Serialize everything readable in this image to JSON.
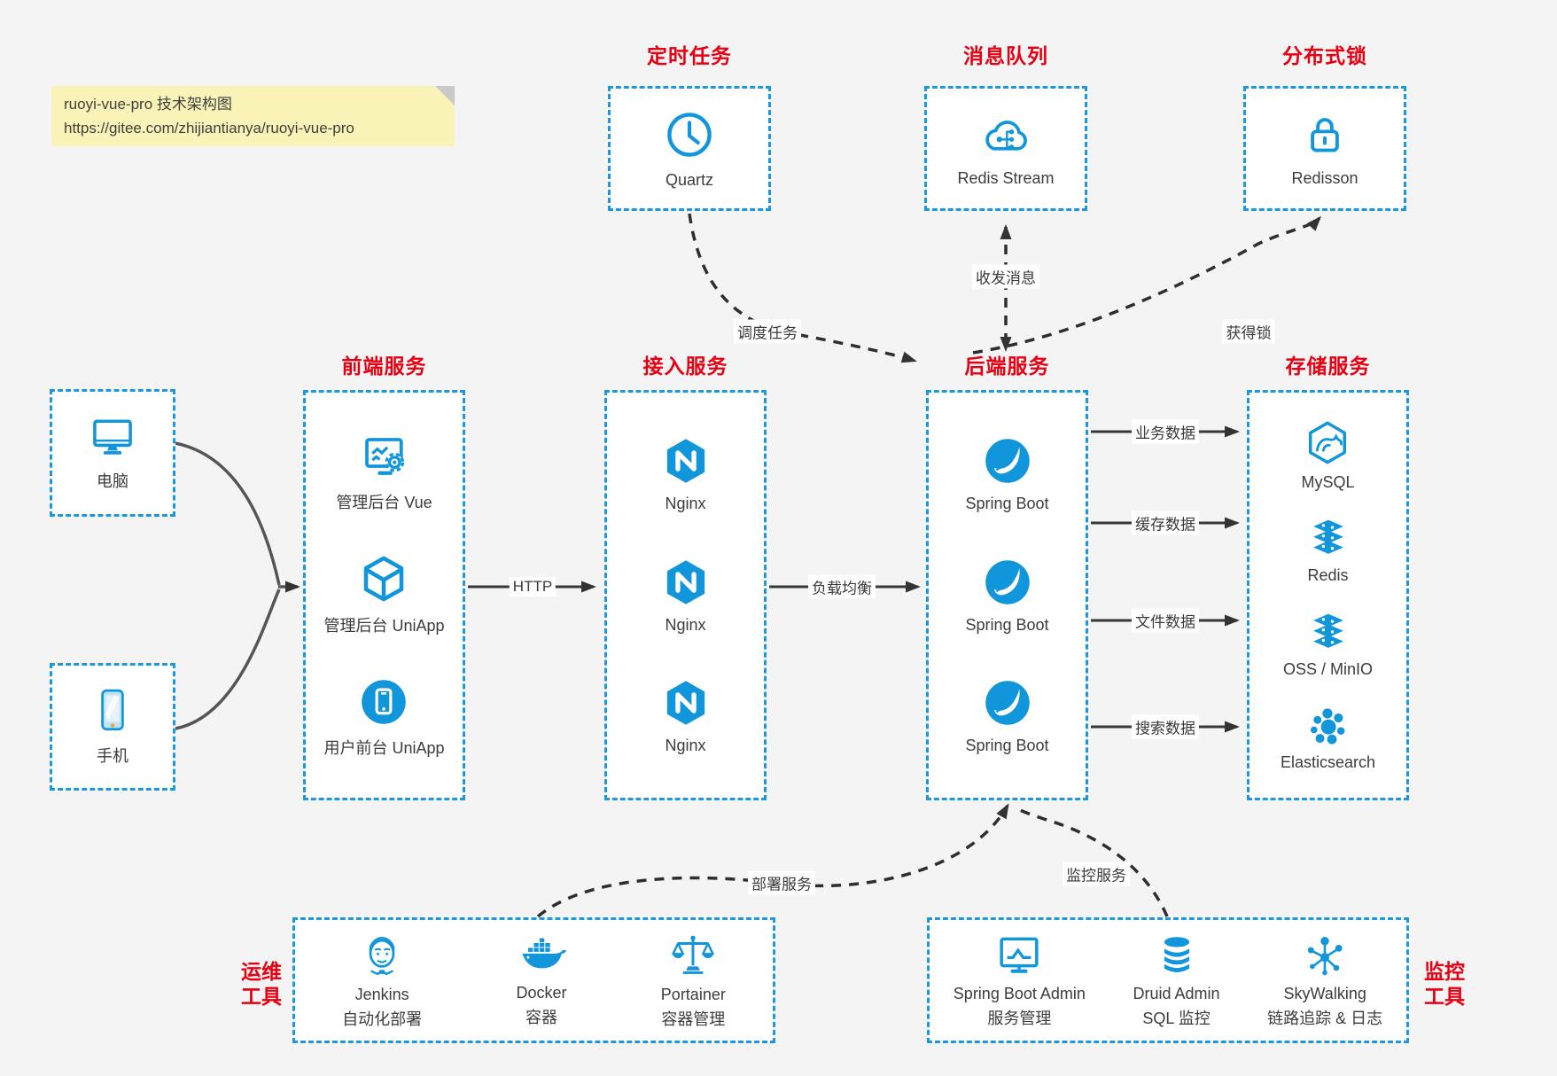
{
  "note": {
    "line1": "ruoyi-vue-pro 技术架构图",
    "line2": "https://gitee.com/zhijiantianya/ruoyi-vue-pro"
  },
  "colors": {
    "accent_blue": "#1296db",
    "border_blue": "#1b98e0",
    "title_red": "#e60012",
    "background": "#f4f4f5",
    "note_yellow": "#faf3b8",
    "arrow_dark": "#383838"
  },
  "top_groups": [
    {
      "title": "定时任务",
      "item": {
        "icon": "clock-icon",
        "label": "Quartz"
      }
    },
    {
      "title": "消息队列",
      "item": {
        "icon": "cloud-share-icon",
        "label": "Redis Stream"
      }
    },
    {
      "title": "分布式锁",
      "item": {
        "icon": "lock-icon",
        "label": "Redisson"
      }
    }
  ],
  "clients": [
    {
      "icon": "monitor-icon",
      "label": "电脑"
    },
    {
      "icon": "phone-icon",
      "label": "手机"
    }
  ],
  "columns": [
    {
      "title": "前端服务",
      "items": [
        {
          "icon": "admin-vue-icon",
          "label": "管理后台 Vue"
        },
        {
          "icon": "uniapp-cube-icon",
          "label": "管理后台 UniApp"
        },
        {
          "icon": "user-app-icon",
          "label": "用户前台 UniApp"
        }
      ]
    },
    {
      "title": "接入服务",
      "items": [
        {
          "icon": "nginx-icon",
          "label": "Nginx"
        },
        {
          "icon": "nginx-icon",
          "label": "Nginx"
        },
        {
          "icon": "nginx-icon",
          "label": "Nginx"
        }
      ]
    },
    {
      "title": "后端服务",
      "items": [
        {
          "icon": "spring-boot-icon",
          "label": "Spring Boot"
        },
        {
          "icon": "spring-boot-icon",
          "label": "Spring Boot"
        },
        {
          "icon": "spring-boot-icon",
          "label": "Spring Boot"
        }
      ]
    },
    {
      "title": "存储服务",
      "items": [
        {
          "icon": "mysql-icon",
          "label": "MySQL"
        },
        {
          "icon": "redis-stack-icon",
          "label": "Redis"
        },
        {
          "icon": "oss-stack-icon",
          "label": "OSS / MinIO"
        },
        {
          "icon": "elasticsearch-icon",
          "label": "Elasticsearch"
        }
      ]
    }
  ],
  "bottom_groups": [
    {
      "title_line1": "运维",
      "title_line2": "工具",
      "items": [
        {
          "icon": "jenkins-icon",
          "name": "Jenkins",
          "desc": "自动化部署"
        },
        {
          "icon": "docker-icon",
          "name": "Docker",
          "desc": "容器"
        },
        {
          "icon": "portainer-icon",
          "name": "Portainer",
          "desc": "容器管理"
        }
      ]
    },
    {
      "title_line1": "监控",
      "title_line2": "工具",
      "items": [
        {
          "icon": "spring-boot-admin-icon",
          "name": "Spring Boot Admin",
          "desc": "服务管理"
        },
        {
          "icon": "druid-icon",
          "name": "Druid Admin",
          "desc": "SQL 监控"
        },
        {
          "icon": "skywalking-icon",
          "name": "SkyWalking",
          "desc": "链路追踪 & 日志"
        }
      ]
    }
  ],
  "edge_labels": {
    "http": "HTTP",
    "load_balance": "负载均衡",
    "business_data": "业务数据",
    "cache_data": "缓存数据",
    "file_data": "文件数据",
    "search_data": "搜索数据",
    "schedule": "调度任务",
    "messages": "收发消息",
    "acquire_lock": "获得锁",
    "deploy": "部署服务",
    "monitor": "监控服务"
  }
}
